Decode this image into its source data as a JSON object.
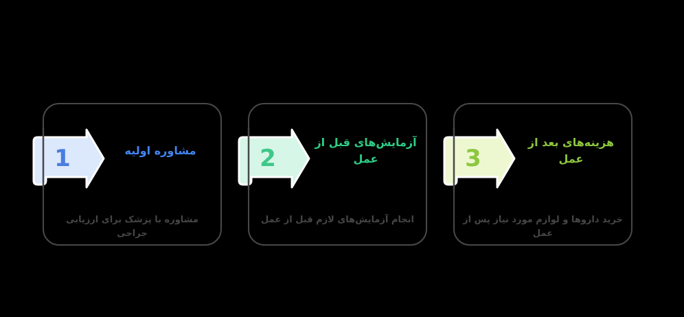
{
  "canvas": {
    "background": "#000000"
  },
  "colors": {
    "card_border": "#484848",
    "arrow_outline": "#ffffff",
    "description_text": "#464646"
  },
  "steps": [
    {
      "number": "1",
      "title": "مشاوره اولیه",
      "description": "مشاوره با پزشک برای ارزیابی جراحی",
      "accent": "#4285f4",
      "number_color": "#4a7de2",
      "arrow_fill": "#dce8fb"
    },
    {
      "number": "2",
      "title": "آزمایش‌های قبل از عمل",
      "description": "انجام آزمایش‌های لازم قبل از عمل",
      "accent": "#2fcc85",
      "number_color": "#3ec887",
      "arrow_fill": "#d6f6e7"
    },
    {
      "number": "3",
      "title": "هزینه‌های بعد از عمل",
      "description": "خرید داروها و لوازم مورد نیاز پس از عمل",
      "accent": "#8dc63f",
      "number_color": "#8dc63f",
      "arrow_fill": "#edf8d1"
    }
  ]
}
